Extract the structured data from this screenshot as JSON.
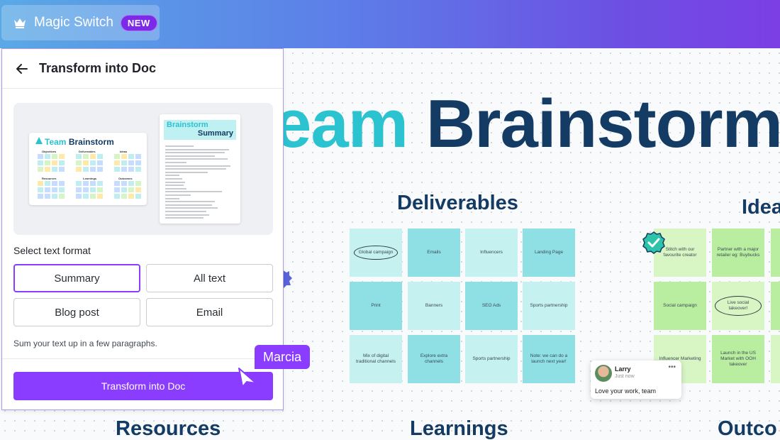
{
  "topbar": {
    "magic_switch_label": "Magic Switch",
    "new_badge": "NEW"
  },
  "canvas": {
    "title_part1": "eam",
    "title_part2": "Brainstorm",
    "sections": {
      "deliverables": "Deliverables",
      "ideas": "Idea",
      "resources": "Resources",
      "learnings": "Learnings",
      "outcomes": "Outco"
    },
    "deliverables_notes": [
      "Global campaign",
      "Emails",
      "Influencers",
      "Landing Page",
      "Print",
      "Banners",
      "SEO Ads",
      "Sports partnership",
      "Mix of digital traditional channels",
      "Explore extra channels",
      "Sports partnership",
      "Note: we can do a launch next year!"
    ],
    "ideas_notes": [
      "Stitch with our favourite creator",
      "Partner with a major retailer eg: Buybucks",
      "Social campaign",
      "Live social takeover!",
      "Influencer Marketing",
      "Launch in the US Market with OOH takeover"
    ],
    "comment": {
      "name": "Larry",
      "time": "Just now",
      "text": "Love your work, team"
    },
    "cursor_user": "Marcia"
  },
  "panel": {
    "title": "Transform into Doc",
    "preview": {
      "board_title_a": "Team",
      "board_title_b": "Brainstorm",
      "board_labels": [
        "Objectives",
        "Deliverables",
        "Ideas",
        "Resources",
        "Learnings",
        "Outcomes"
      ],
      "doc_title_a": "Brainstorm",
      "doc_title_b": "Summary"
    },
    "format_label": "Select text format",
    "options": [
      "Summary",
      "All text",
      "Blog post",
      "Email"
    ],
    "selected_option": "Summary",
    "hint": "Sum your text up in a few paragraphs.",
    "cta_label": "Transform into Doc"
  },
  "colors": {
    "accent": "#8b3dff",
    "teal": "#2cc3d0",
    "navy": "#143b63"
  }
}
